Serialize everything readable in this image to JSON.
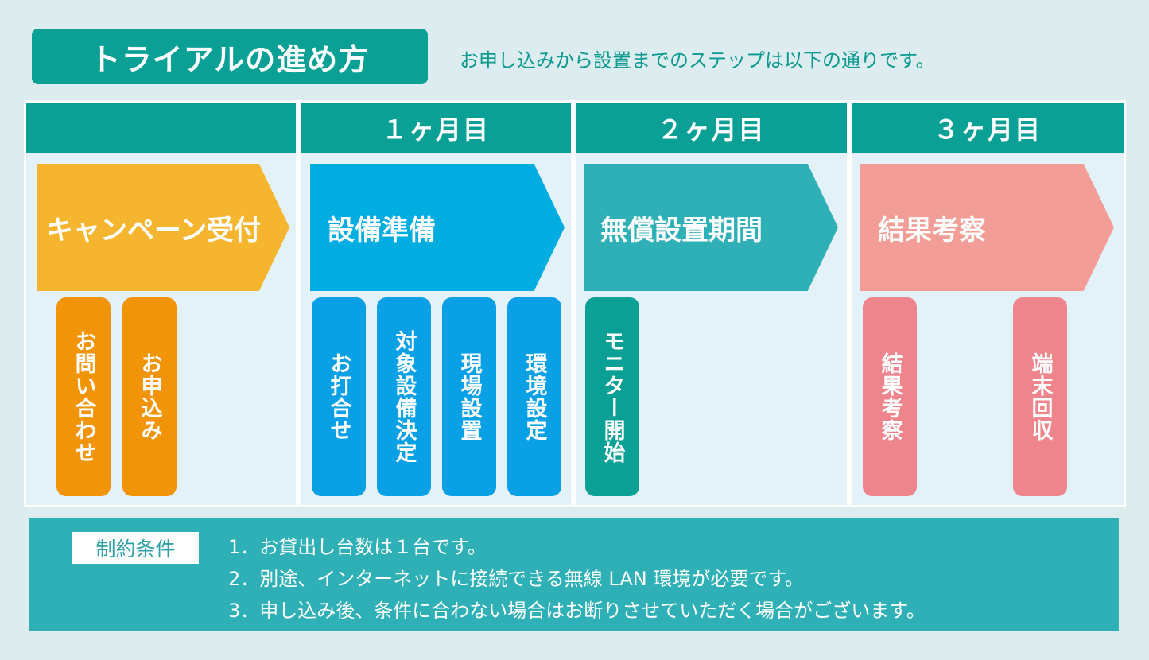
{
  "title": "トライアルの進め方",
  "subtitle": "お申し込みから設置までのステップは以下の通りです。",
  "columns": [
    {
      "header": ""
    },
    {
      "header": "１ヶ月目"
    },
    {
      "header": "２ヶ月目"
    },
    {
      "header": "３ヶ月目"
    }
  ],
  "phases": [
    {
      "label": "キャンペーン受付",
      "color": "#f5b52e"
    },
    {
      "label": "設備準備",
      "color": "#00ade0"
    },
    {
      "label": "無償設置期間",
      "color": "#2fb0b7"
    },
    {
      "label": "結果考察",
      "color": "#f29d96"
    }
  ],
  "steps": {
    "campaign": [
      "お問い合わせ",
      "お申込み"
    ],
    "preparation": [
      "お打合せ",
      "対象設備決定",
      "現場設置",
      "環境設定"
    ],
    "installation": [
      "モニター開始"
    ],
    "review": [
      "結果考察",
      "端末回収"
    ]
  },
  "step_colors": {
    "campaign": "#f29407",
    "preparation": "#0aa0e6",
    "installation": "#0aa095",
    "review": "#ef858c"
  },
  "constraints": {
    "label": "制約条件",
    "items": [
      "1．お貸出し台数は１台です。",
      "2．別途、インターネットに接続できる無線 LAN 環境が必要です。",
      "3．申し込み後、条件に合わない場合はお断りさせていただく場合がございます。"
    ]
  }
}
